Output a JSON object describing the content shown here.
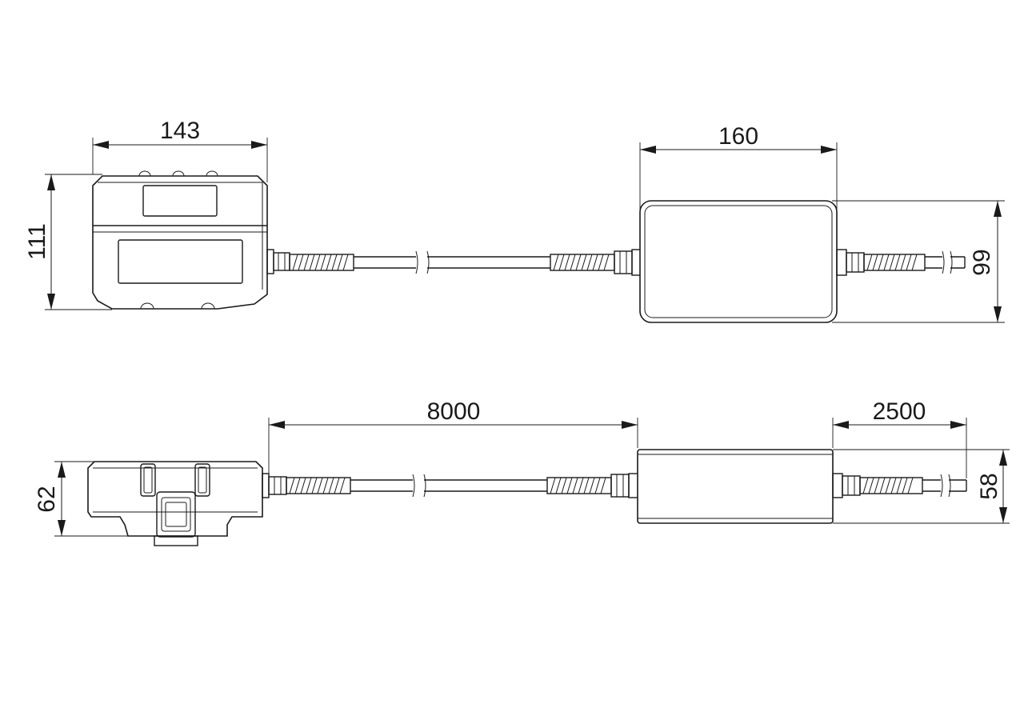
{
  "dimensions": {
    "top_module_width": "143",
    "top_module_height": "111",
    "top_psu_width": "160",
    "top_psu_height": "99",
    "cable_length_1": "8000",
    "cable_length_2": "2500",
    "side_module_height": "62",
    "side_psu_height": "58"
  },
  "colors": {
    "line": "#1a1a1a",
    "background": "#ffffff"
  }
}
